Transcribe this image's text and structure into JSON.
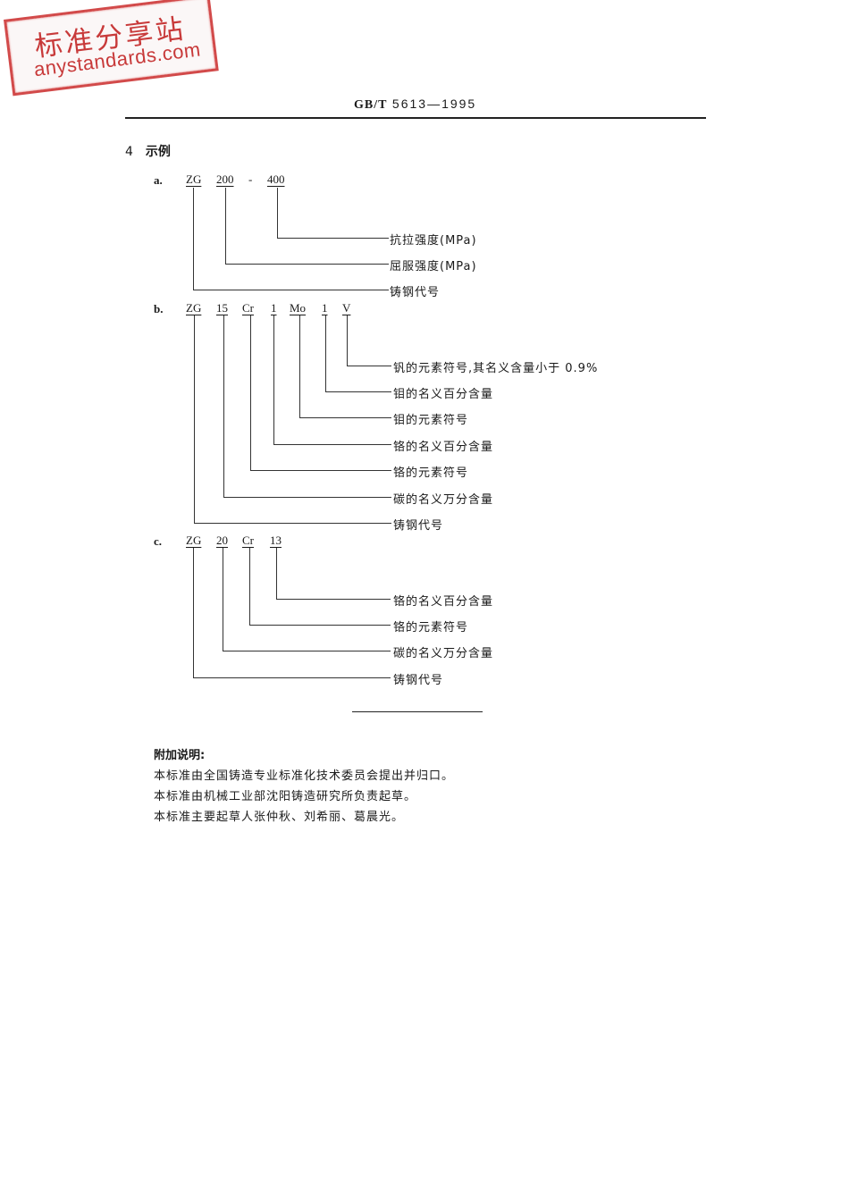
{
  "watermark": {
    "chinese": "标准分享站",
    "english": "anystandards.com",
    "color": "#c83a3a"
  },
  "header": {
    "prefix": "GB/T",
    "number": "5613—1995"
  },
  "section": {
    "number": "4",
    "title": "示例"
  },
  "examples": [
    {
      "label": "a.",
      "tokens": [
        "ZG",
        "200",
        "-",
        "400"
      ],
      "descriptions": [
        "抗拉强度(MPa)",
        "屈服强度(MPa)",
        "铸钢代号"
      ]
    },
    {
      "label": "b.",
      "tokens": [
        "ZG",
        "15",
        "Cr",
        "1",
        "Mo",
        "1",
        "V"
      ],
      "descriptions": [
        "钒的元素符号,其名义含量小于 0.9%",
        "钼的名义百分含量",
        "钼的元素符号",
        "铬的名义百分含量",
        "铬的元素符号",
        "碳的名义万分含量",
        "铸钢代号"
      ]
    },
    {
      "label": "c.",
      "tokens": [
        "ZG",
        "20",
        "Cr",
        "13"
      ],
      "descriptions": [
        "铬的名义百分含量",
        "铬的元素符号",
        "碳的名义万分含量",
        "铸钢代号"
      ]
    }
  ],
  "notes": {
    "title": "附加说明:",
    "lines": [
      "本标准由全国铸造专业标准化技术委员会提出并归口。",
      "本标准由机械工业部沈阳铸造研究所负责起草。",
      "本标准主要起草人张仲秋、刘希丽、葛晨光。"
    ]
  }
}
